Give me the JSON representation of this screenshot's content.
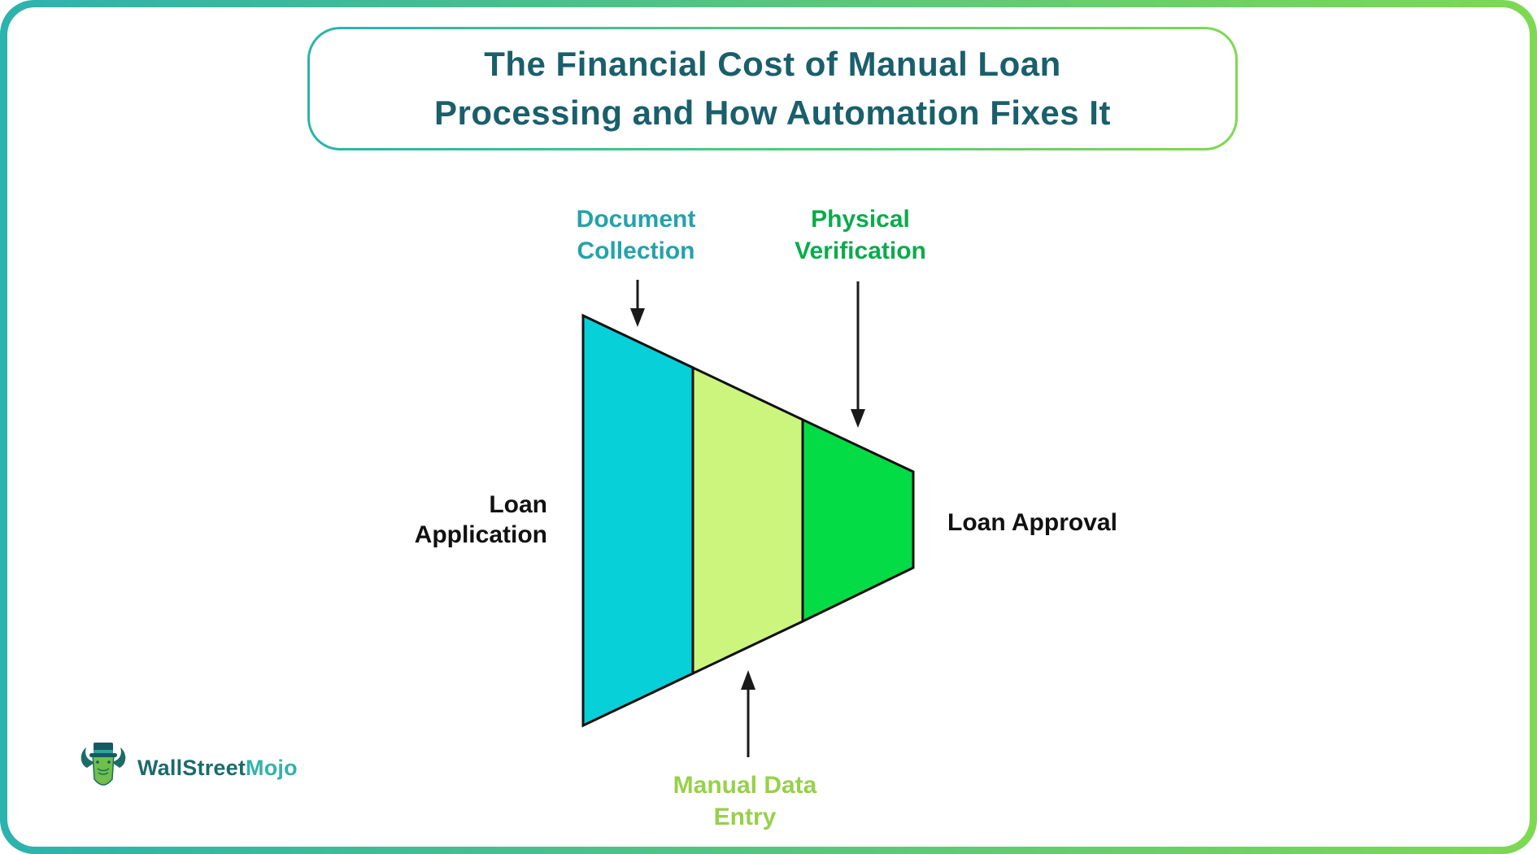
{
  "theme": {
    "gradient_start": "#2bb3ad",
    "gradient_end": "#7ed952",
    "title_color": "#1a5f6b",
    "text_color": "#111111",
    "outline_color": "#111111",
    "background": "#ffffff"
  },
  "title": {
    "line1": "The Financial Cost of Manual Loan",
    "line2": "Processing and How Automation Fixes It"
  },
  "funnel": {
    "type": "horizontal-funnel",
    "input_label": {
      "name": "Loan Application",
      "lines": [
        "Loan",
        "Application"
      ]
    },
    "output_label": {
      "name": "Loan Approval"
    },
    "stages": [
      {
        "name": "Document Collection",
        "lines": [
          "Document",
          "Collection"
        ],
        "fill": "#07d0d8",
        "label_color": "#23a3a9",
        "label_side": "top"
      },
      {
        "name": "Manual Data Entry",
        "lines": [
          "Manual Data",
          "Entry"
        ],
        "fill": "#ccf57d",
        "label_color": "#97d04b",
        "label_side": "bottom"
      },
      {
        "name": "Physical Verification",
        "lines": [
          "Physical",
          "Verification"
        ],
        "fill": "#04dc45",
        "label_color": "#0aab4c",
        "label_side": "top"
      }
    ]
  },
  "logo": {
    "brand_part1": "WallStreet",
    "brand_part2": "Mojo",
    "part1_color": "#1d6b6b",
    "part2_color": "#35b1ab"
  }
}
